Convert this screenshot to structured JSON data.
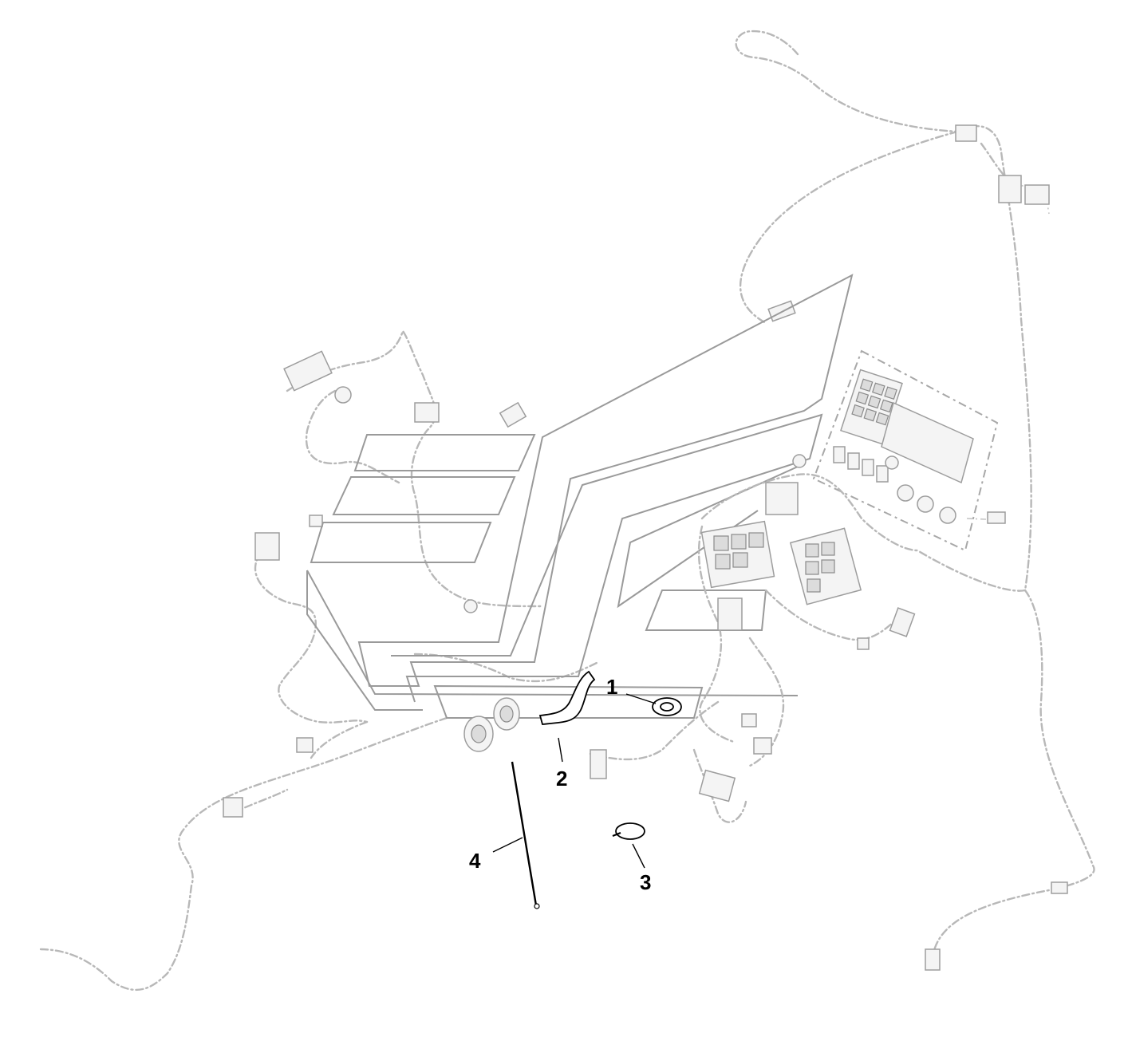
{
  "diagram": {
    "callouts": [
      {
        "id": "1",
        "label": "1"
      },
      {
        "id": "2",
        "label": "2"
      },
      {
        "id": "3",
        "label": "3"
      },
      {
        "id": "4",
        "label": "4"
      }
    ],
    "colors": {
      "background": "#ffffff",
      "harness": "#b8b8b8",
      "highlighted_parts": "#000000"
    }
  }
}
